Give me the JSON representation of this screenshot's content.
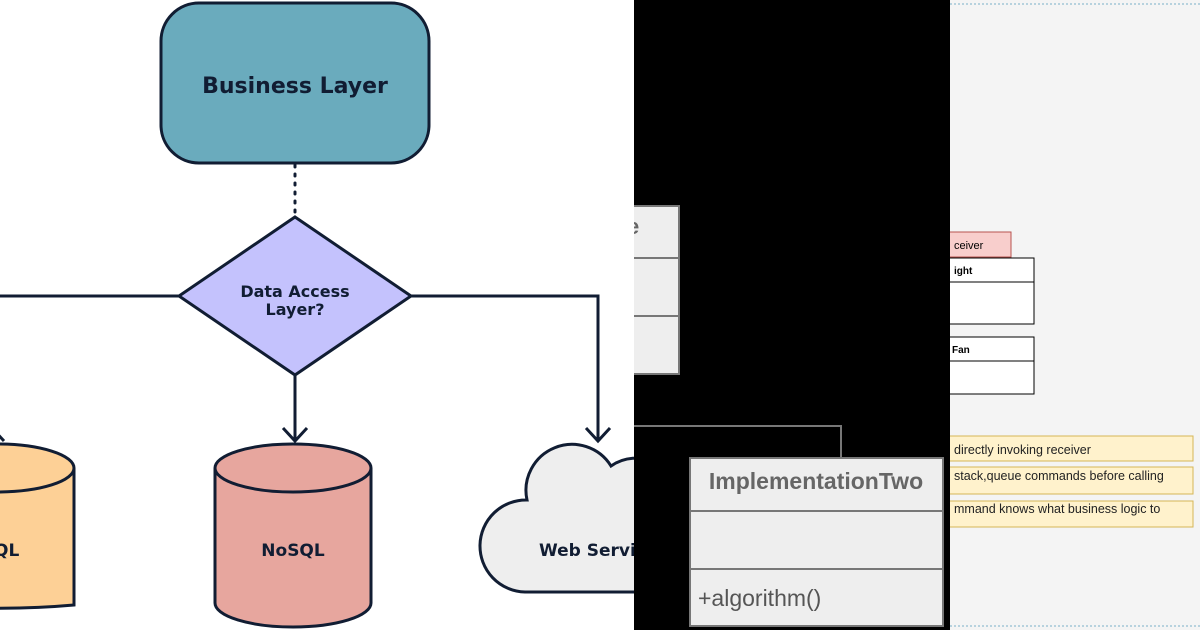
{
  "left_diagram": {
    "business_layer": "Business Layer",
    "decision": {
      "line1": "Data Access",
      "line2": "Layer?"
    },
    "sql_partial": "QL",
    "nosql": "NoSQL",
    "web_service_partial": "Web Servi",
    "colors": {
      "business_fill": "#6aabbd",
      "decision_fill": "#c4c2fd",
      "sql_fill": "#fdd096",
      "nosql_fill": "#e7a69e",
      "cloud_fill": "#eeeeee",
      "stroke": "#111d33"
    }
  },
  "middle_diagram": {
    "partial_class_title": "e",
    "implementation_two": "ImplementationTwo",
    "method": "+algorithm()",
    "colors": {
      "background": "#000000",
      "box_fill": "#eeeeee",
      "box_stroke": "#777777"
    }
  },
  "right_diagram": {
    "tab_label": "ceiver",
    "class_light": "ight",
    "class_fan": "Fan",
    "notes": [
      "directly invoking receiver",
      "stack,queue commands before calling",
      "mmand knows what business logic to"
    ],
    "colors": {
      "tab_fill": "#f8cecc",
      "note_fill": "#fff2cc",
      "note_stroke": "#d6b656"
    }
  }
}
